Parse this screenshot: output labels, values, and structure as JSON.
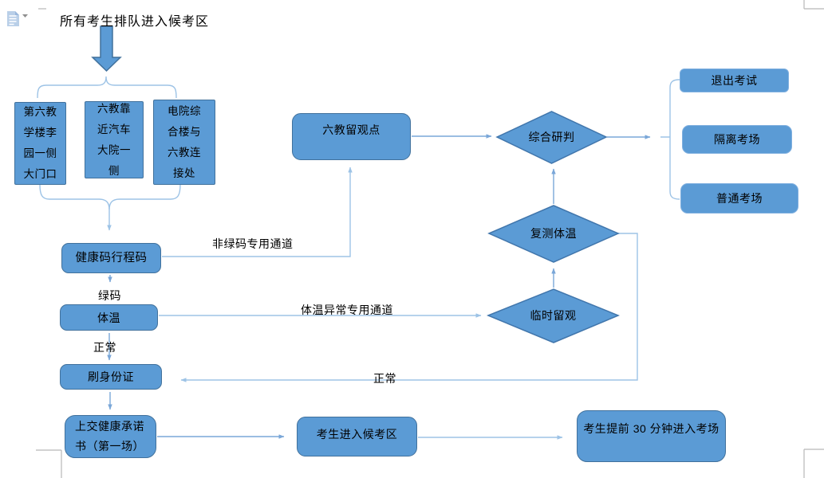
{
  "colors": {
    "node_fill": "#5b9bd5",
    "node_border": "#41719c",
    "connector_light": "#9dc3e6",
    "connector_medium": "#7aa7d8",
    "text": "#000000",
    "crop_mark": "#b8b8b8",
    "paste_icon": "#b9cfe8"
  },
  "icons": {
    "paste_options": "clipboard-icon",
    "paste_dropdown": "caret-down-icon"
  },
  "labels": {
    "start": "所有考生排队进入候考区",
    "non_green_channel": "非绿码专用通道",
    "green_code": "绿码",
    "normal_after_temp": "正常",
    "abnormal_temp_channel": "体温异常专用通道",
    "normal_return": "正常"
  },
  "nodes": {
    "entry_gate_1": "第六教\n学楼李\n园一侧\n大门口",
    "entry_gate_2": "六教靠\n近汽车\n大院一\n侧",
    "entry_gate_3": "电院综\n合楼与\n六教连\n接处",
    "health_code": "健康码行程码",
    "observation_point": "六教留观点",
    "comprehensive_judgment": "综合研判",
    "exit_exam": "退出考试",
    "isolation_room": "隔离考场",
    "ordinary_room": "普通考场",
    "retest_temperature": "复测体温",
    "temporary_observation": "临时留观",
    "temperature": "体温",
    "swipe_id": "刷身份证",
    "commitment_letter": "上交健康承诺\n书（第一场）",
    "enter_waiting_area": "考生进入候考区",
    "enter_exam_room": "考生提前 30 分钟进入考场"
  }
}
